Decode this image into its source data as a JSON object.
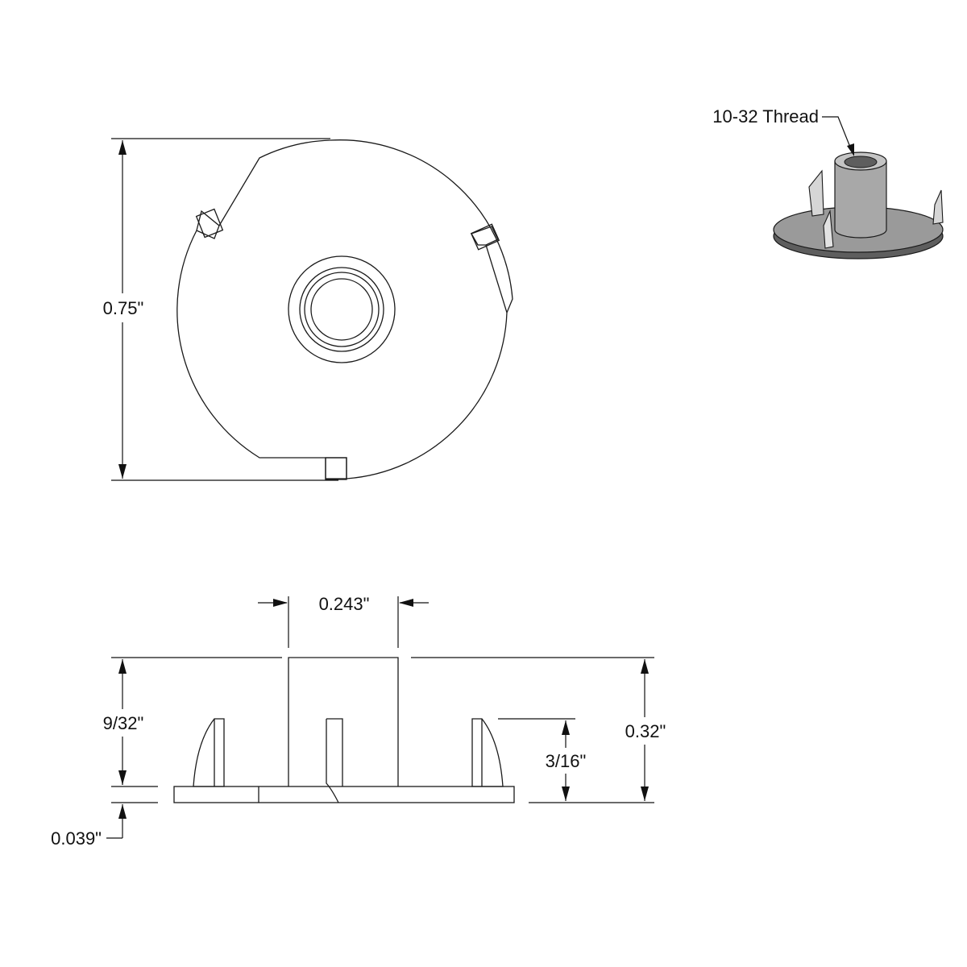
{
  "drawing": {
    "top_view": {
      "diameter_label": "0.75\""
    },
    "side_view": {
      "barrel_width_label": "0.243\"",
      "prong_height_label": "9/32\"",
      "overall_height_label": "0.32\"",
      "barrel_height_label": "3/16\"",
      "flange_thickness_label": "0.039\""
    },
    "iso_view": {
      "thread_callout": "10-32 Thread"
    }
  },
  "colors": {
    "line": "#1a1a1a",
    "part_fill_light": "#d6d6d6",
    "part_fill_mid": "#9a9a9a",
    "part_fill_dark": "#5e5e5e"
  }
}
